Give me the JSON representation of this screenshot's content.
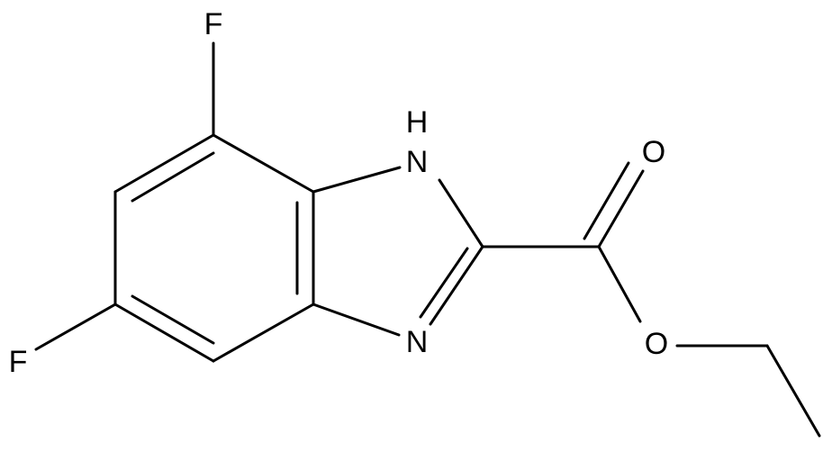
{
  "molecule": {
    "atoms": {
      "f_top": "F",
      "f_left": "F",
      "nh_h": "H",
      "nh_n": "N",
      "n_ring": "N",
      "o_carbonyl": "O",
      "o_ester": "O"
    }
  }
}
